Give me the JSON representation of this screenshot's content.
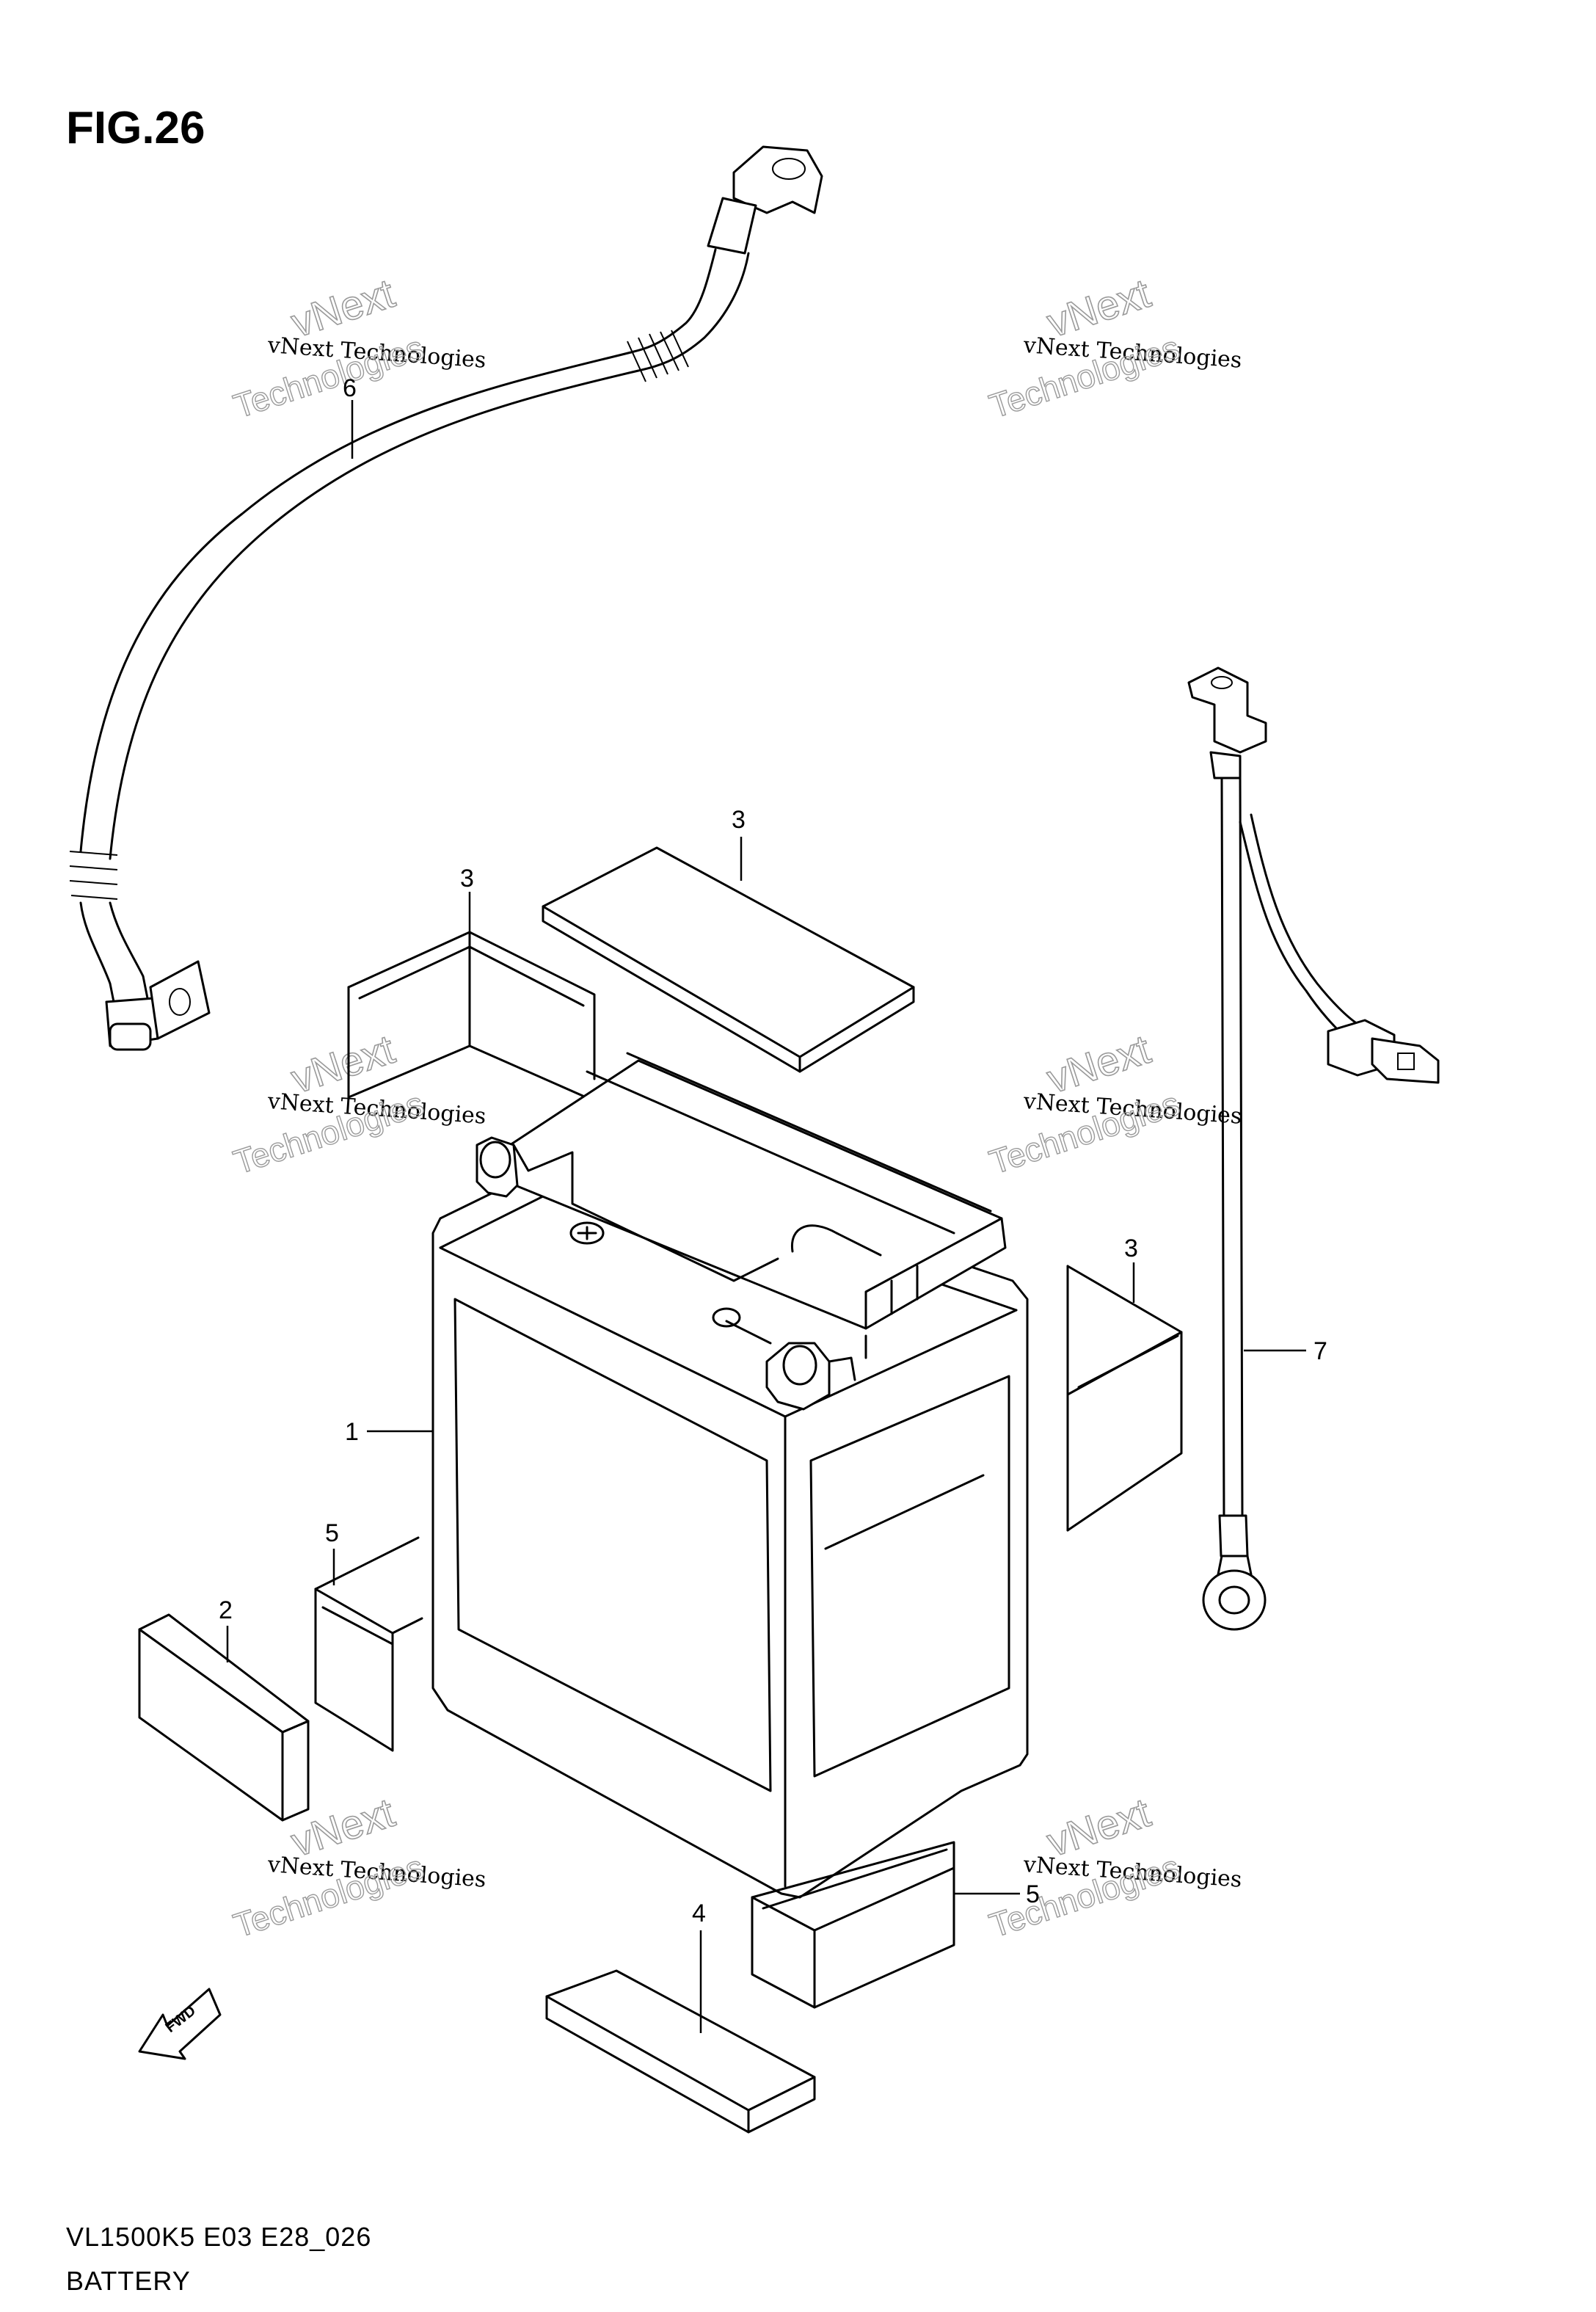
{
  "figure": {
    "title": "FIG.26"
  },
  "footer": {
    "model_code": "VL1500K5 E03 E28_026",
    "section_name": "BATTERY"
  },
  "orientation": {
    "label": "FWD",
    "icon": "fwd-arrow-icon"
  },
  "watermark": {
    "brand": "vNext",
    "company": "vNext Technologies",
    "word": "Technologies"
  },
  "callouts": {
    "battery": "1",
    "pad_front": "2",
    "spacer_top_left": "3",
    "spacer_top": "3",
    "spacer_right": "3",
    "pad_bottom": "4",
    "spacer_front": "5",
    "spacer_bottom_right": "5",
    "cable_negative": "6",
    "cable_positive": "7"
  }
}
